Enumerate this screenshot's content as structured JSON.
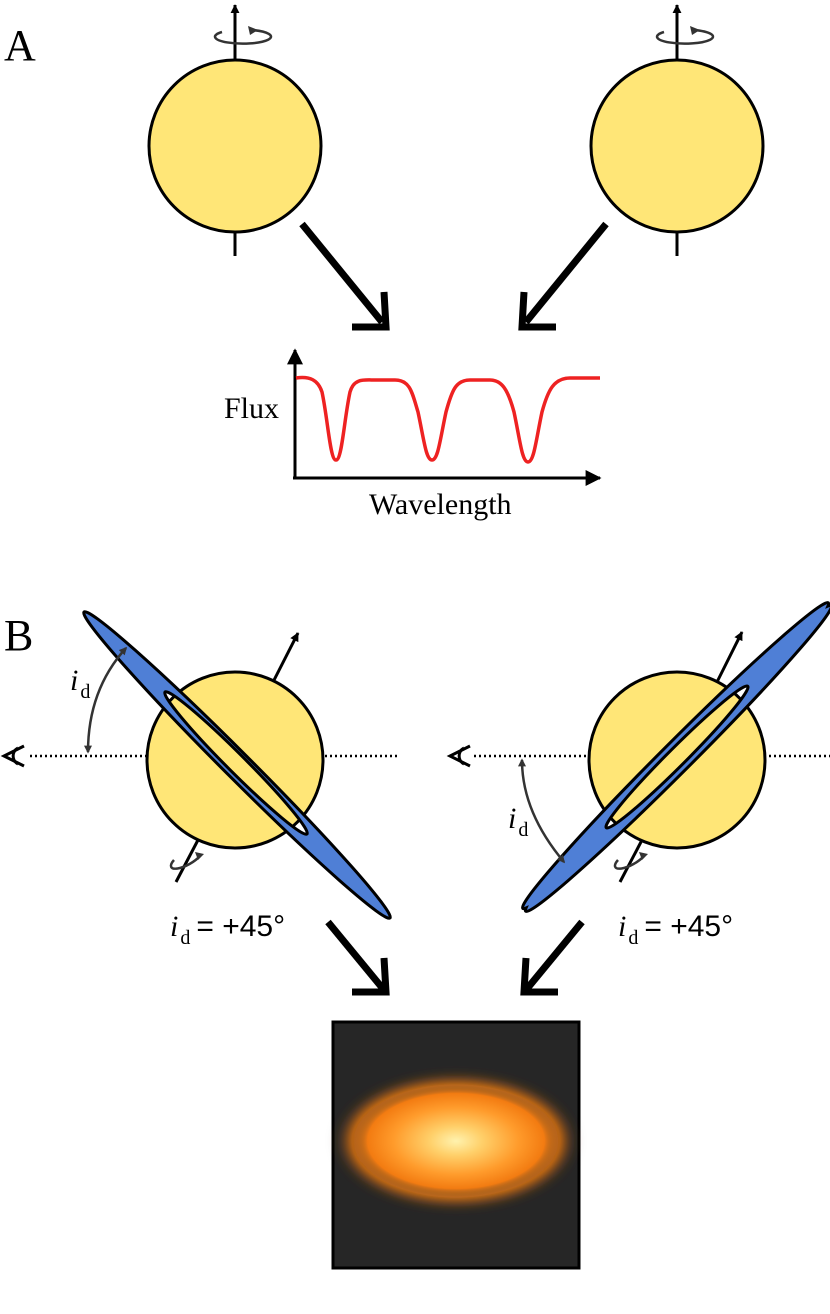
{
  "panels": {
    "a_label": "A",
    "b_label": "B"
  },
  "spectrum": {
    "ylabel": "Flux",
    "xlabel": "Wavelength",
    "line_color": "#ee2222"
  },
  "inclination": {
    "symbol": "i",
    "subscript": "d",
    "left_value": "= +45°",
    "right_value": "= +45°"
  },
  "colors": {
    "star_fill": "#ffe677",
    "disk_fill": "#4f7fd6",
    "image_background": "#262626"
  },
  "icons": {
    "observer": "eye-icon",
    "rotation": "rotation-arrow-icon"
  }
}
